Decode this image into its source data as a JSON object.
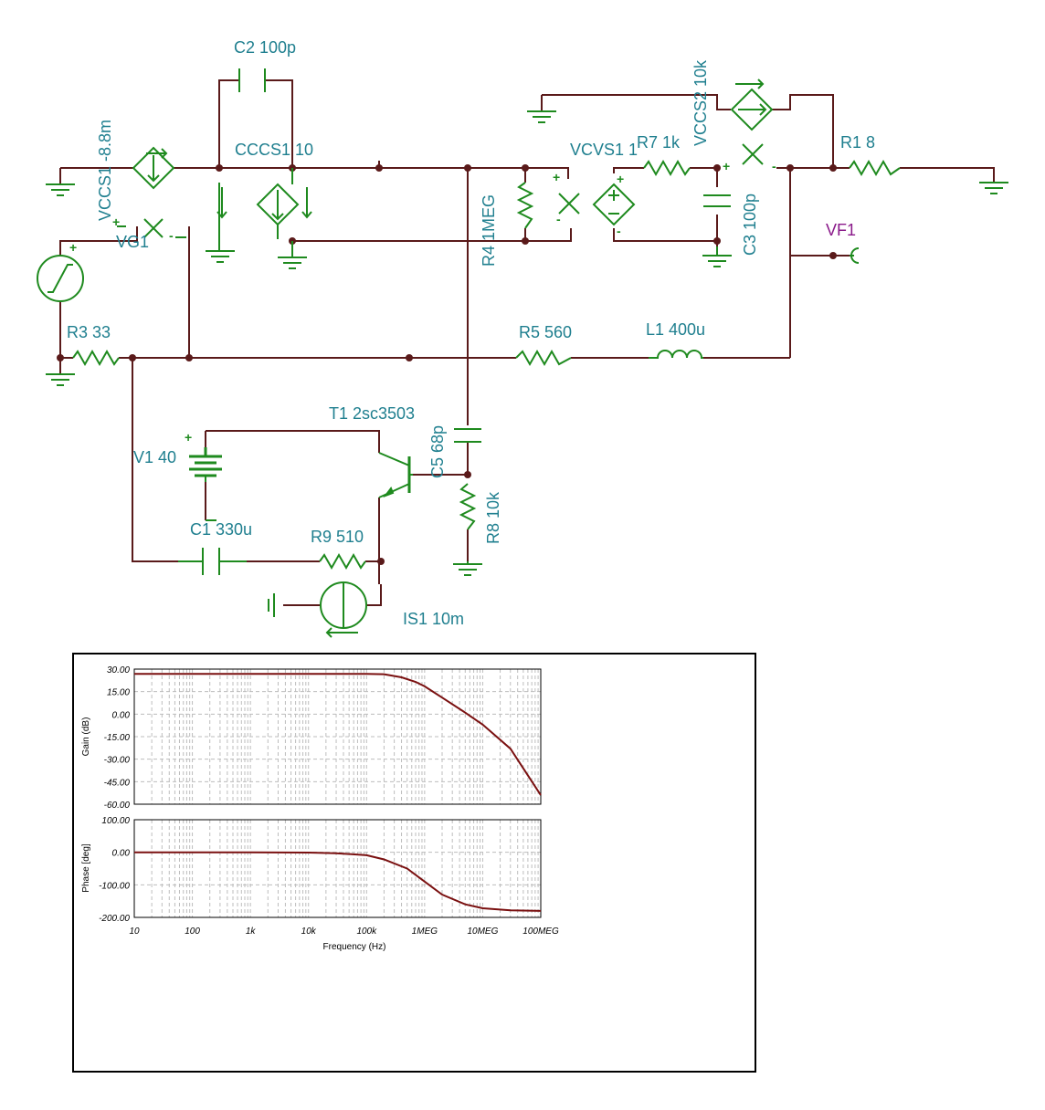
{
  "schematic": {
    "labels": {
      "c2": "C2 100p",
      "cccs1": "CCCS1 10",
      "vccs1": "VCCS1 -8.8m",
      "vg1": "VG1",
      "r4": "R4 1MEG",
      "vcvs1": "VCVS1 1",
      "r7": "R7 1k",
      "vccs2": "VCCS2 10k",
      "r1": "R1 8",
      "c3": "C3 100p",
      "vf1": "VF1",
      "r3": "R3 33",
      "r5": "R5 560",
      "l1": "L1 400u",
      "t1": "T1 2sc3503",
      "c5": "C5 68p",
      "v1": "V1 40",
      "r8": "R8 10k",
      "c1": "C1 330u",
      "r9": "R9 510",
      "is1": "IS1 10m"
    }
  },
  "chart_data": [
    {
      "type": "line",
      "ylabel": "Gain (dB)",
      "ylim": [
        -60,
        30
      ],
      "yticks": [
        "30.00",
        "15.00",
        "0.00",
        "-15.00",
        "-30.00",
        "-45.00",
        "-60.00"
      ],
      "xscale": "log",
      "xlim": [
        10,
        100000000
      ],
      "grid": true,
      "series": [
        {
          "x": [
            10,
            100,
            1000,
            10000,
            100000,
            200000,
            400000,
            700000,
            1000000,
            2000000,
            5000000,
            10000000,
            30000000,
            100000000
          ],
          "values": [
            26.8,
            26.8,
            26.8,
            26.8,
            26.8,
            26.6,
            24.5,
            21.5,
            18.5,
            11,
            1,
            -7,
            -23,
            -54
          ]
        }
      ]
    },
    {
      "type": "line",
      "ylabel": "Phase [deg]",
      "ylim": [
        -200,
        100
      ],
      "yticks": [
        "100.00",
        "0.00",
        "-100.00",
        "-200.00"
      ],
      "xscale": "log",
      "xlim": [
        10,
        100000000
      ],
      "xlabel": "Frequency (Hz)",
      "xticks": [
        "10",
        "100",
        "1k",
        "10k",
        "100k",
        "1MEG",
        "10MEG",
        "100MEG"
      ],
      "grid": true,
      "series": [
        {
          "x": [
            10,
            1000,
            10000,
            30000,
            100000,
            200000,
            500000,
            1000000,
            2000000,
            5000000,
            10000000,
            30000000,
            100000000
          ],
          "values": [
            0,
            0,
            -1,
            -3,
            -9,
            -22,
            -50,
            -90,
            -130,
            -160,
            -172,
            -178,
            -180
          ]
        }
      ]
    }
  ]
}
